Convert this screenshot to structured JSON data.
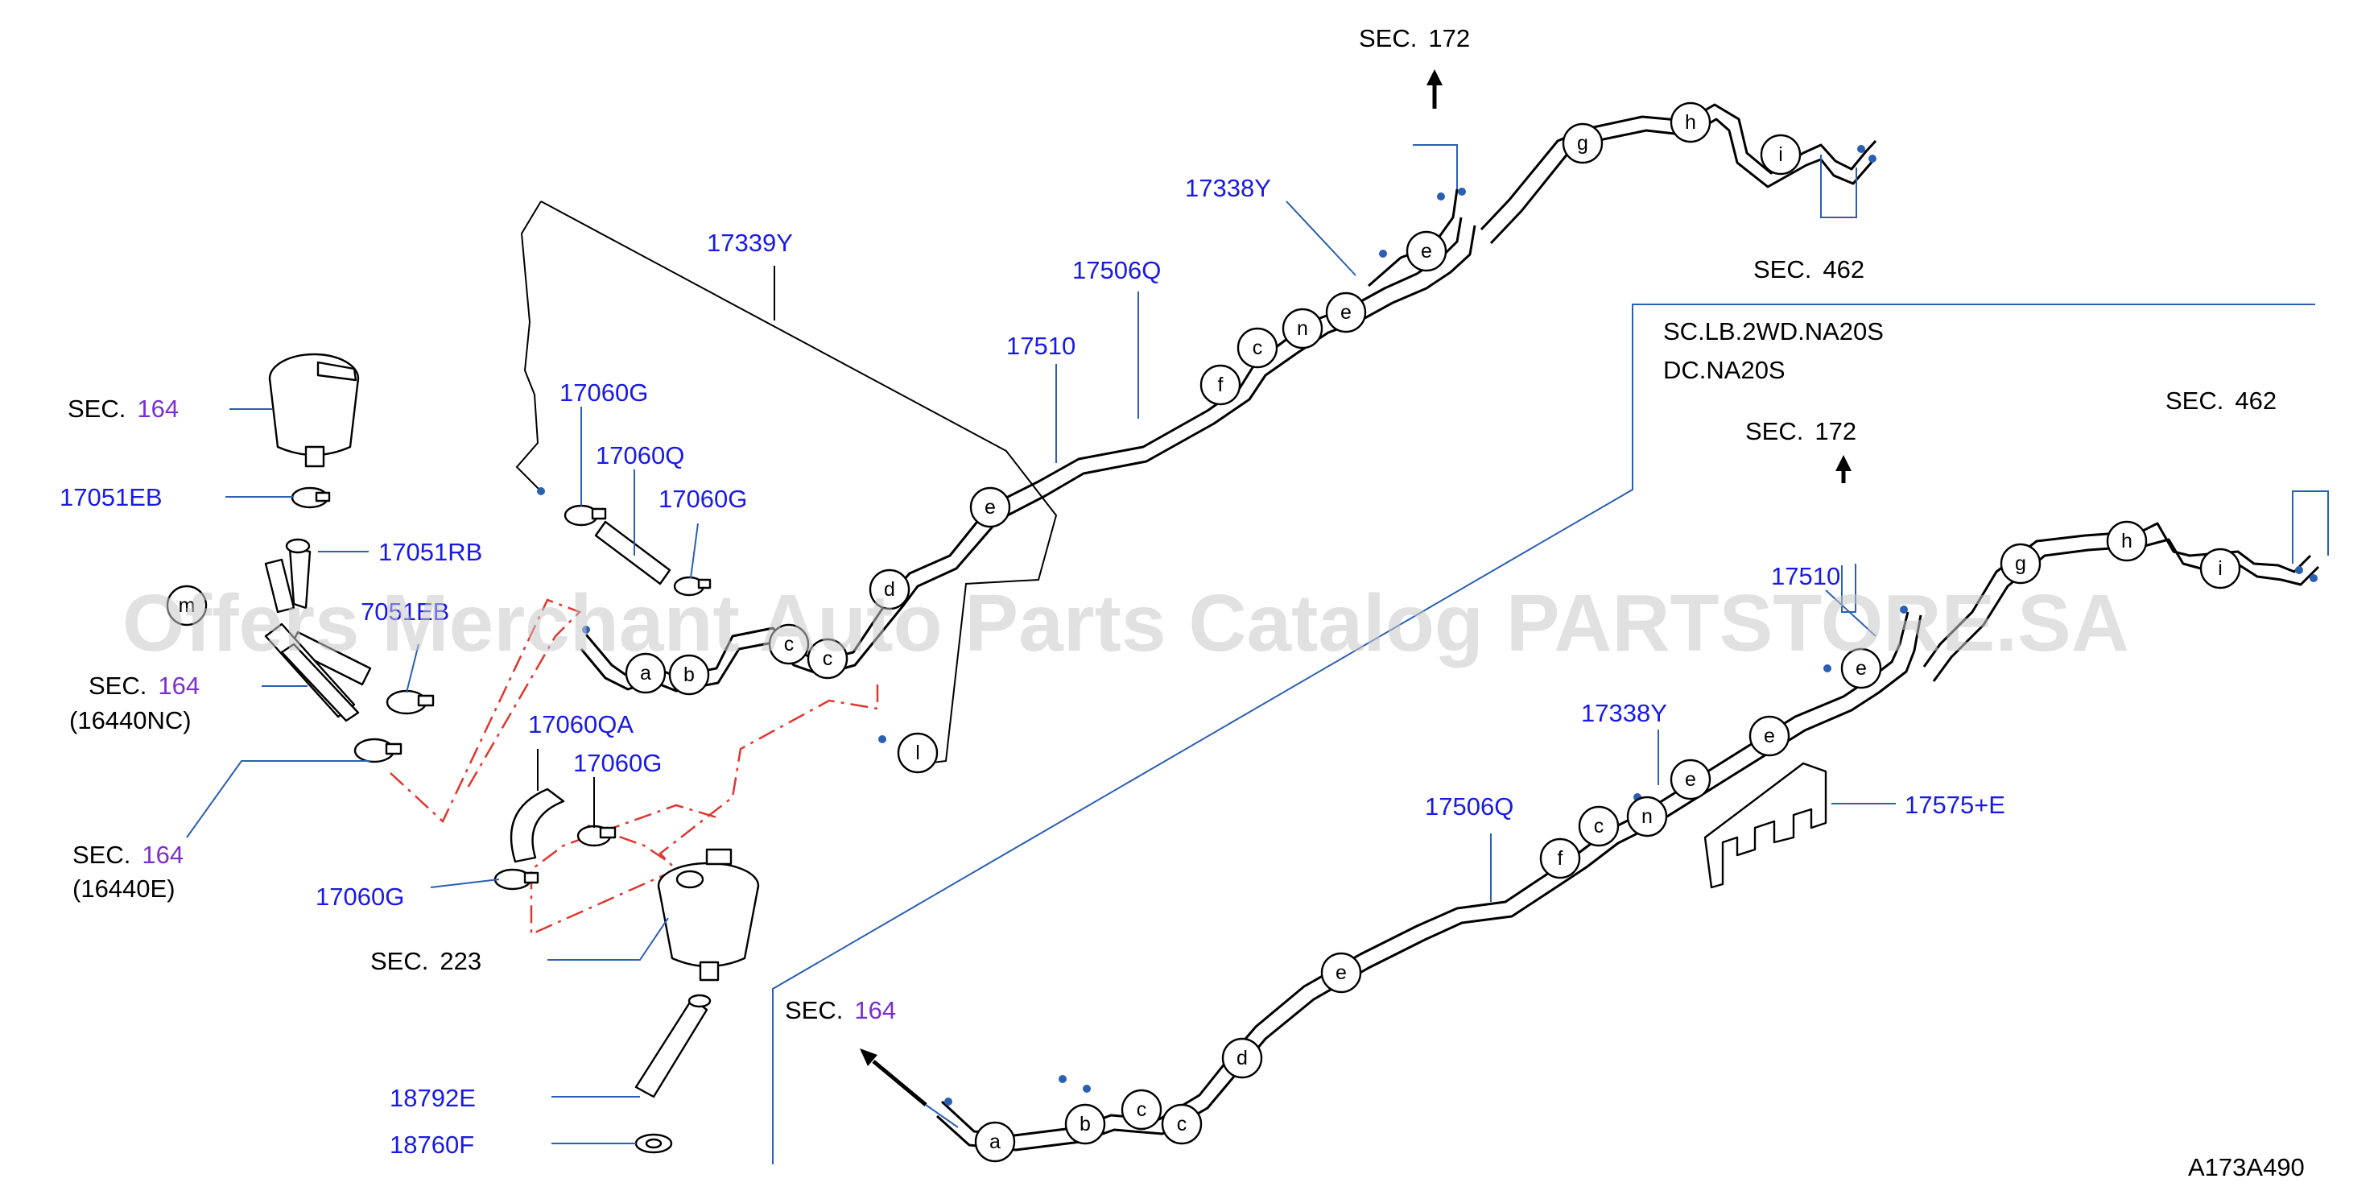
{
  "colors": {
    "part_number": "#1a1ae6",
    "section_black": "#000000",
    "section_purple": "#7a2fd0",
    "leader_blue": "#2b5fb3",
    "dash_red": "#e0362e",
    "watermark": "#c8c8c8"
  },
  "watermark": "Offers Merchant Auto Parts Catalog PARTSTORE.SA",
  "diagram_code": "A173A490",
  "variant_note": {
    "line1": "SC.LB.2WD.NA20S",
    "line2": "DC.NA20S"
  },
  "sections": {
    "sec_word": "SEC.",
    "n172": "172",
    "n462": "462",
    "n164": "164",
    "n223": "223",
    "sub_16440NC": "(16440NC)",
    "sub_16440E": "(16440E)"
  },
  "parts": {
    "p17339Y": "17339Y",
    "p17338Y": "17338Y",
    "p17506Q": "17506Q",
    "p17510": "17510",
    "p17060G": "17060G",
    "p17060Q": "17060Q",
    "p17060QA": "17060QA",
    "p17051EB": "17051EB",
    "p17051RB": "17051RB",
    "p17051EB_partial": "7051EB",
    "p17575E": "17575+E",
    "p18792E": "18792E",
    "p18760F": "18760F"
  },
  "callouts": {
    "a": "a",
    "b": "b",
    "c": "c",
    "d": "d",
    "e": "e",
    "f": "f",
    "g": "g",
    "h": "h",
    "i": "i",
    "l": "l",
    "n": "n",
    "m": "m"
  }
}
